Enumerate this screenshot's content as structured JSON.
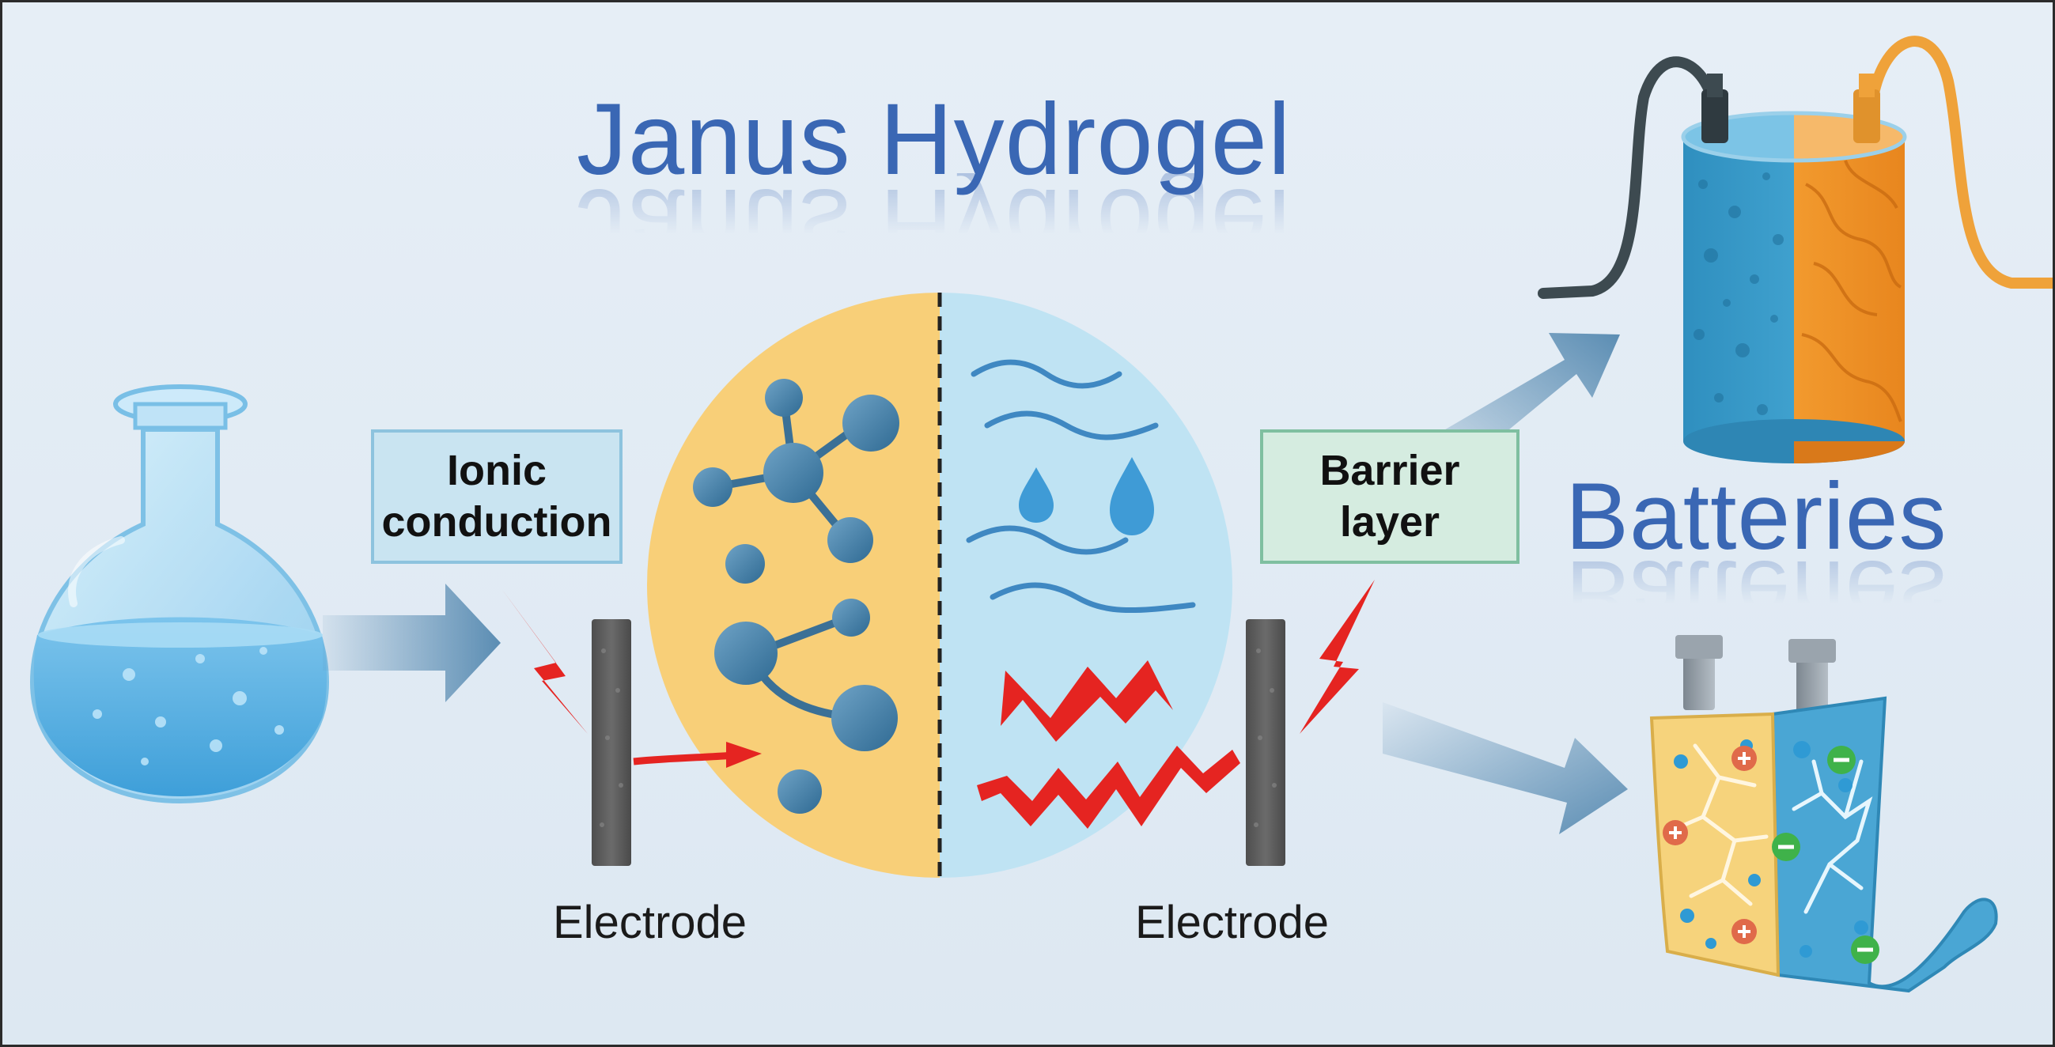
{
  "title": "Janus Hydrogel",
  "labels": {
    "ionic_line1": "Ionic",
    "ionic_line2": "conduction",
    "barrier_line1": "Barrier",
    "barrier_line2": "layer",
    "electrode_left": "Electrode",
    "electrode_right": "Electrode",
    "batteries": "Batteries"
  },
  "colors": {
    "background": "#dfeaf4",
    "title_blue": "#3a67b4",
    "hydrogel_left_yellow": "#f8cf78",
    "hydrogel_right_blue": "#bfe3f3",
    "spark_red": "#e52421",
    "electrode_gray": "#5a5a5a",
    "arrow_blue": "#5b8db3"
  },
  "icons": [
    "flask-icon",
    "molecule-icon",
    "water-wave-icon",
    "water-drop-icon",
    "lightning-icon",
    "battery-cylinder-icon",
    "flexible-battery-icon",
    "arrow-icon"
  ]
}
